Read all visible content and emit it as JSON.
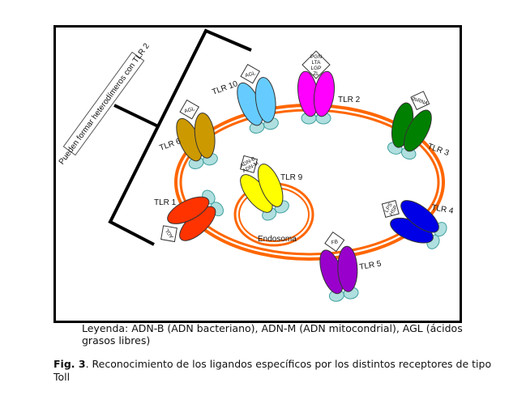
{
  "bracket_note": "Pueden formar heterodímeros con TLR 2",
  "membrane_color": "#ff6600",
  "monomer_stalk_color": "#b0dfdf",
  "endosome_label": "Endosoma",
  "receptors": [
    {
      "id": "tlr1",
      "label": "TLR 1",
      "color": "#ff3300",
      "ligands": [
        "AGL"
      ]
    },
    {
      "id": "tlr6",
      "label": "TLR 6",
      "color": "#cc9900",
      "ligands": [
        "AGL"
      ]
    },
    {
      "id": "tlr10",
      "label": "TLR 10",
      "color": "#66ccff",
      "ligands": [
        "AGL"
      ]
    },
    {
      "id": "tlr2",
      "label": "TLR 2",
      "color": "#ff00ff",
      "ligands": [
        "PGN",
        "LTA",
        "LGP",
        "ZL"
      ]
    },
    {
      "id": "tlr3",
      "label": "TLR 3",
      "color": "#008000",
      "ligands": [
        "dsRNA"
      ]
    },
    {
      "id": "tlr4",
      "label": "TLR 4",
      "color": "#0000e6",
      "ligands": [
        "LPS",
        "HSP"
      ]
    },
    {
      "id": "tlr5",
      "label": "TLR 5",
      "color": "#9900cc",
      "ligands": [
        "FB"
      ]
    },
    {
      "id": "tlr9",
      "label": "TLR 9",
      "color": "#ffff00",
      "ligands": [
        "ADN-B",
        "ADN-M"
      ]
    }
  ],
  "legend": "Leyenda: ADN-B (ADN bacteriano), ADN-M (ADN mitocondrial), AGL (ácidos grasos libres)",
  "caption": {
    "fig_label": "Fig. 3",
    "text": ".  Reconocimiento de los ligandos específicos por los distintos receptores de tipo Toll"
  }
}
